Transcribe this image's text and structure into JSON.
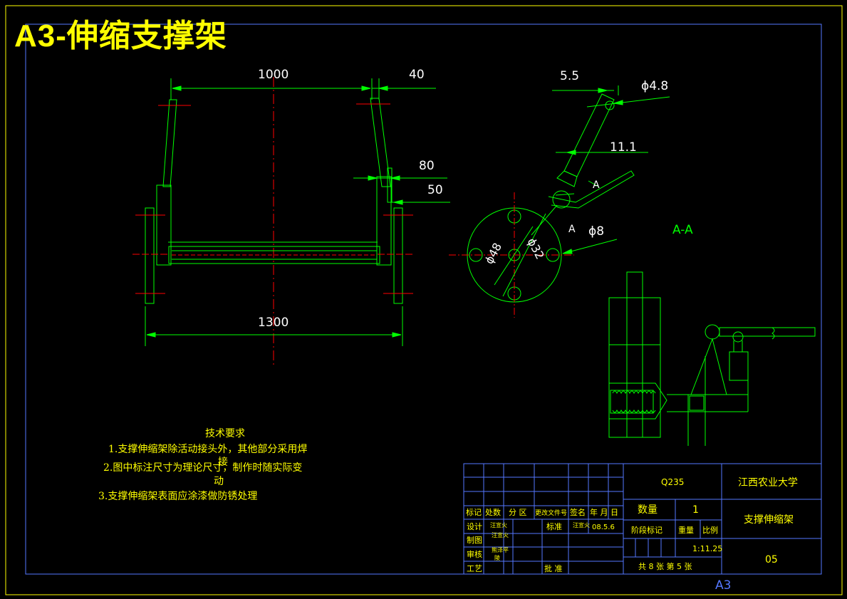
{
  "title": "A3-伸缩支撑架",
  "colors": {
    "background": "#000000",
    "line": "#00ff00",
    "text": "#ffff00",
    "frame": "#5577ff",
    "center": "#ff0000",
    "white": "#ffffff"
  },
  "dims": {
    "d1000": "1000",
    "d40": "40",
    "d80": "80",
    "d50": "50",
    "d1300": "1300",
    "d5_5": "5.5",
    "d4_8": "ϕ4.8",
    "d11_1": "11.1",
    "d8": "ϕ8",
    "d48": "ϕ48",
    "d32": "ϕ32",
    "labelA1": "A",
    "labelA2": "A",
    "sectionAA": "A-A"
  },
  "notes": {
    "heading": "技术要求",
    "line1": "1.支撑伸缩架除活动接头外，其他部分采用焊",
    "line1b": "接",
    "line2": "2.图中标注尺寸为理论尺寸，制作时随实际变",
    "line2b": "动",
    "line3": "3.支撑伸缩架表面应涂漆做防锈处理"
  },
  "titleblock": {
    "material": "Q235",
    "school": "江西农业大学",
    "qty_label": "数量",
    "qty_value": "1",
    "part_name": "支撑伸缩架",
    "stage_label": "阶段标记",
    "weight_label": "重量",
    "scale_label": "比例",
    "scale_value": "1:11.25",
    "sheet_count": "共 8 张   第 5 张",
    "drawing_no": "05",
    "col_mark": "标记",
    "col_count": "处数",
    "col_zone": "分 区",
    "col_doc": "更改文件号",
    "col_sign": "签名",
    "col_date": "年 月 日",
    "row_design": "设计",
    "row_draw": "制图",
    "row_review": "审核",
    "row_process": "工艺",
    "standard_label": "标准",
    "approve_label": "批 准",
    "designer": "汪宣火",
    "design_date": "08.5.6",
    "drafter": "汪宣火",
    "reviewer": "熊泽平",
    "reviewer2": "陵",
    "standard_person": "汪宣火"
  },
  "sheet_size": "A3"
}
